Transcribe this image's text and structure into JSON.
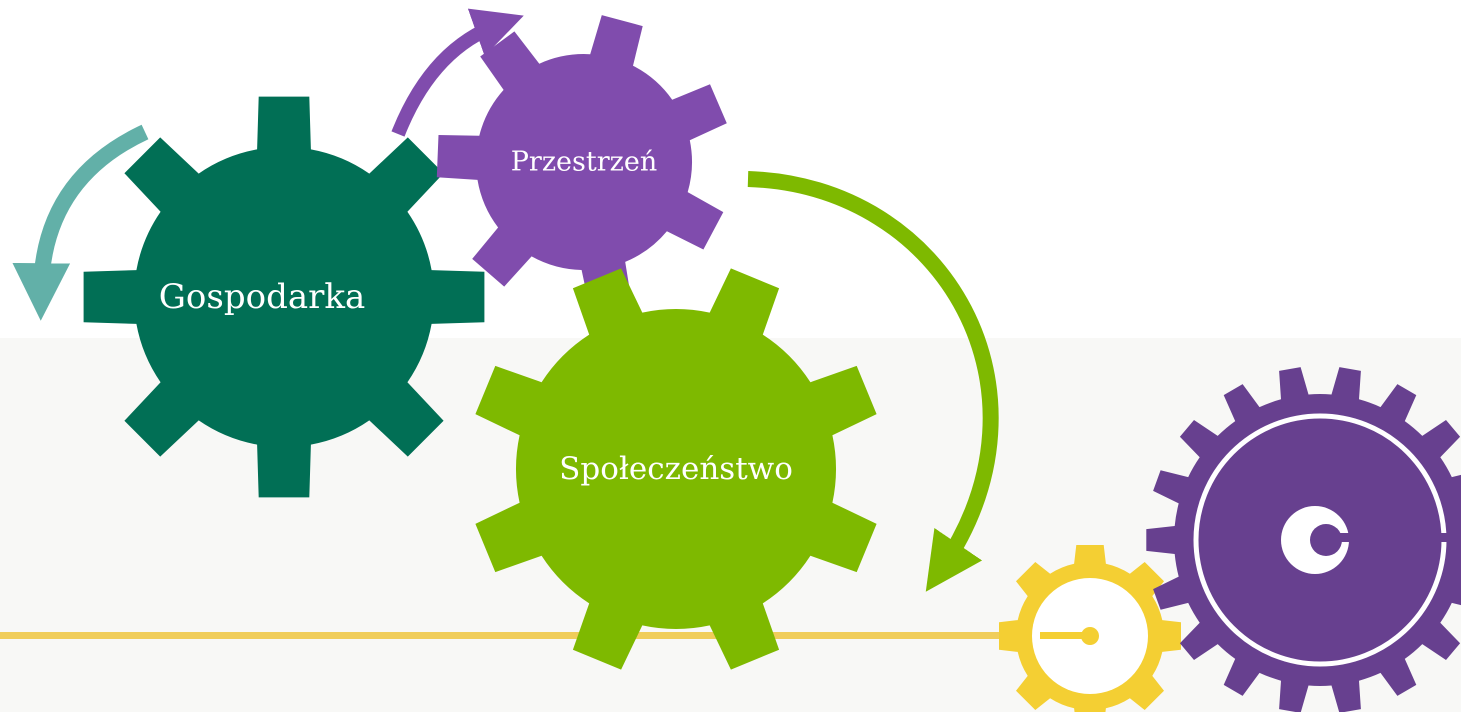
{
  "diagram": {
    "gears": [
      {
        "id": "gospodarka",
        "label": "Gospodarka",
        "color": "#016f55"
      },
      {
        "id": "przestrzen",
        "label": "Przestrzeń",
        "color": "#804cad"
      },
      {
        "id": "spoleczenstwo",
        "label": "Społeczeństwo",
        "color": "#7eb900"
      }
    ],
    "arrows": [
      {
        "id": "teal",
        "color": "#62b0a8"
      },
      {
        "id": "purple",
        "color": "#804cad"
      },
      {
        "id": "green",
        "color": "#7eb900"
      }
    ]
  },
  "decor": {
    "band_color": "#f8f8f6",
    "line_color": "#f0cd5a",
    "small_gear_color": "#f4cf33",
    "large_gear_color": "#67408f"
  }
}
